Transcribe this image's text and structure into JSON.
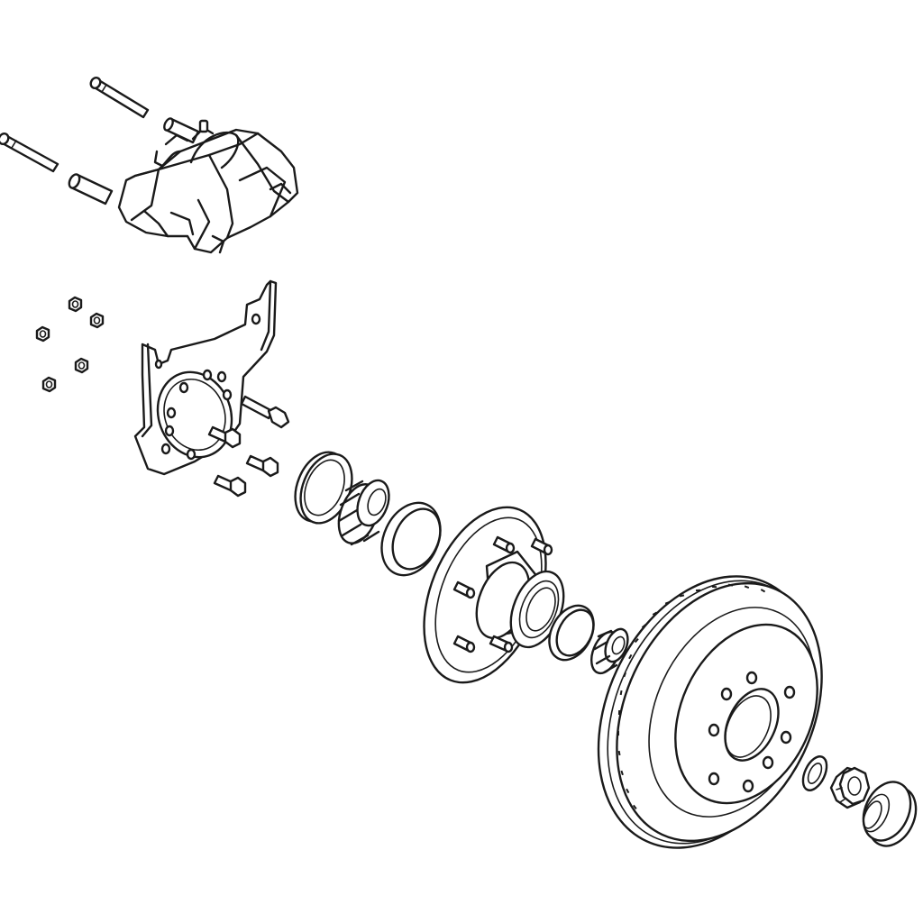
{
  "diagram": {
    "title": "",
    "colors": {
      "line": "#1a1a1a",
      "background": "#ffffff"
    },
    "parts": [
      "caliper-guide-pin",
      "caliper-bushing",
      "brake-caliper",
      "lug-nut",
      "caliper-mounting-bracket",
      "bracket-mounting-bolt",
      "grease-seal",
      "inner-bearing-cone",
      "inner-bearing-race",
      "wheel-hub",
      "wheel-stud",
      "outer-bearing-race",
      "outer-bearing-cone",
      "brake-rotor",
      "spindle-washer",
      "castle-nut",
      "dust-cap"
    ]
  }
}
